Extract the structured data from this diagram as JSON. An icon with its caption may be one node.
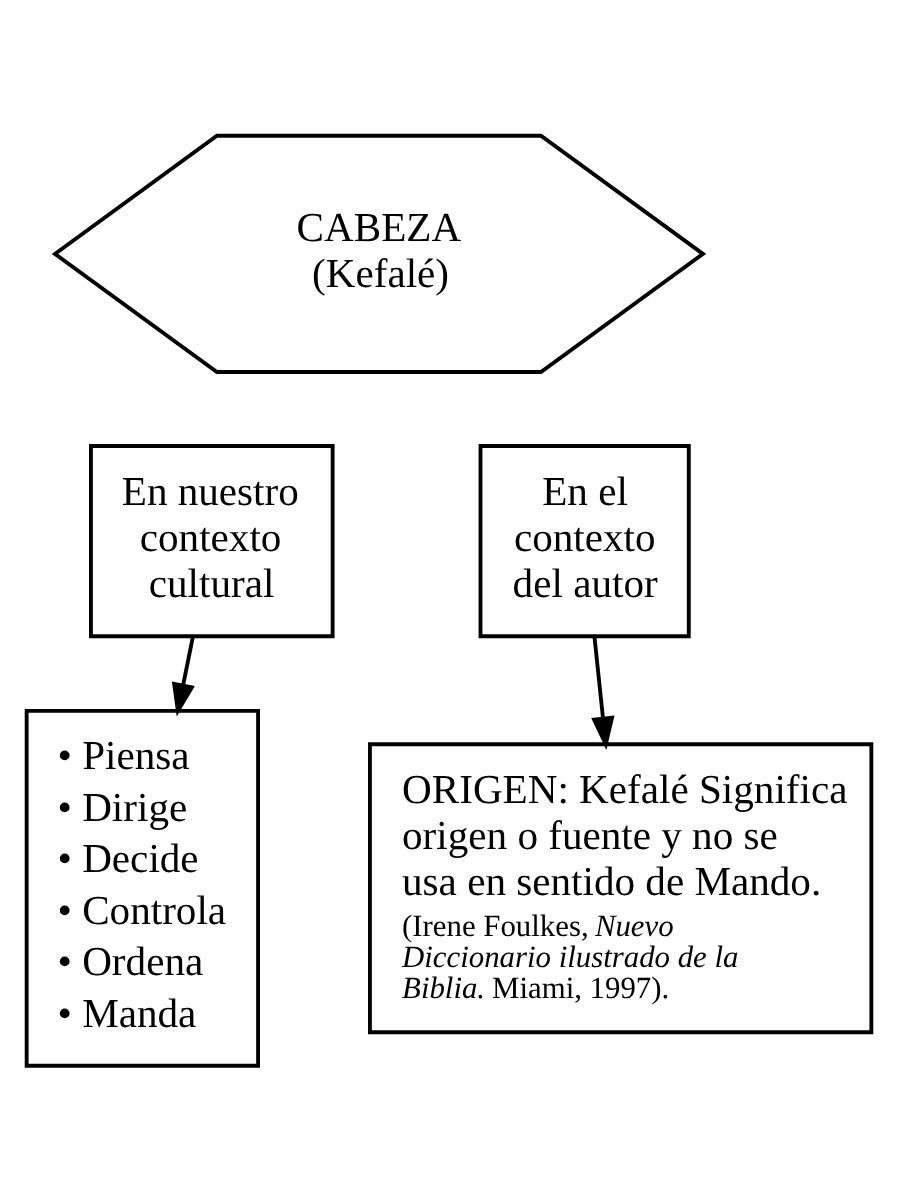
{
  "diagram": {
    "nodes": [
      {
        "text": [
          "CABEZA (Kefalé)"
        ]
      },
      {
        "text": [
          "En nuestro contexto cultural"
        ]
      },
      {
        "text": [
          "En el contexto del autor"
        ]
      },
      {
        "text": [
          "• Piensa",
          "• Dirige",
          "• Decide",
          "• Controla",
          "• Ordena",
          "• Manda"
        ]
      },
      {
        "text": [
          "ORIGEN: Kefalé Significa origen o fuente y no se usa en sentido de Mando.",
          "(Irene Foulkes, *Nuevo Diccionario ilustrado de la Biblia*. Miami, 1997)."
        ]
      }
    ],
    "edges": [
      {
        "from": 1,
        "to": 3,
        "arrow": "to"
      },
      {
        "from": 2,
        "to": 4,
        "arrow": "to"
      }
    ]
  }
}
